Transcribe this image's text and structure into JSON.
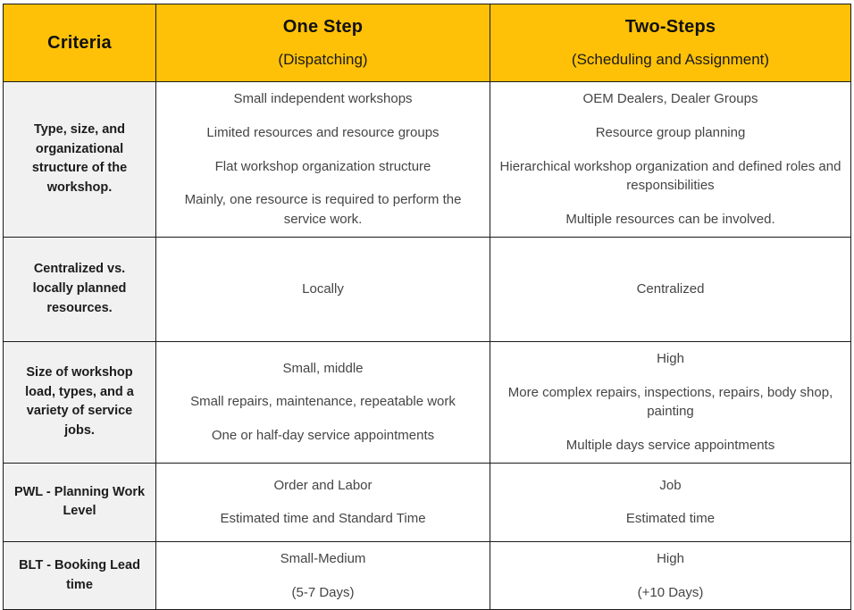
{
  "table": {
    "header": {
      "criteria": {
        "main": "Criteria",
        "sub": ""
      },
      "one_step": {
        "main": "One Step",
        "sub": "(Dispatching)"
      },
      "two_steps": {
        "main": "Two-Steps",
        "sub": "(Scheduling and Assignment)"
      }
    },
    "colors": {
      "header_background": "#FFC107",
      "criteria_background": "#F1F1F1",
      "border": "#1A1A1A",
      "body_text": "#454545",
      "heading_text": "#111111"
    },
    "rows": [
      {
        "criteria": "Type, size, and organizational structure of the workshop.",
        "one_step": [
          "Small independent workshops",
          "Limited resources and resource groups",
          "Flat workshop organization structure",
          "Mainly, one resource is required to perform the service work."
        ],
        "two_steps": [
          "OEM Dealers, Dealer Groups",
          "Resource group planning",
          "Hierarchical workshop organization and defined roles and responsibilities",
          "Multiple resources can be involved."
        ]
      },
      {
        "criteria": "Centralized vs. locally planned resources.",
        "one_step": [
          "Locally"
        ],
        "two_steps": [
          "Centralized"
        ]
      },
      {
        "criteria": "Size of workshop load, types, and a variety of service jobs.",
        "one_step": [
          "Small, middle",
          "Small repairs, maintenance, repeatable work",
          "One or half-day service appointments"
        ],
        "two_steps": [
          "High",
          "More complex repairs, inspections, repairs, body shop, painting",
          "Multiple days service appointments"
        ]
      },
      {
        "criteria": "PWL - Planning Work Level",
        "one_step": [
          "Order and Labor",
          "Estimated time and Standard Time"
        ],
        "two_steps": [
          "Job",
          "Estimated time"
        ]
      },
      {
        "criteria": "BLT - Booking Lead time",
        "one_step": [
          "Small-Medium",
          "(5-7 Days)"
        ],
        "two_steps": [
          "High",
          "(+10 Days)"
        ]
      }
    ]
  }
}
